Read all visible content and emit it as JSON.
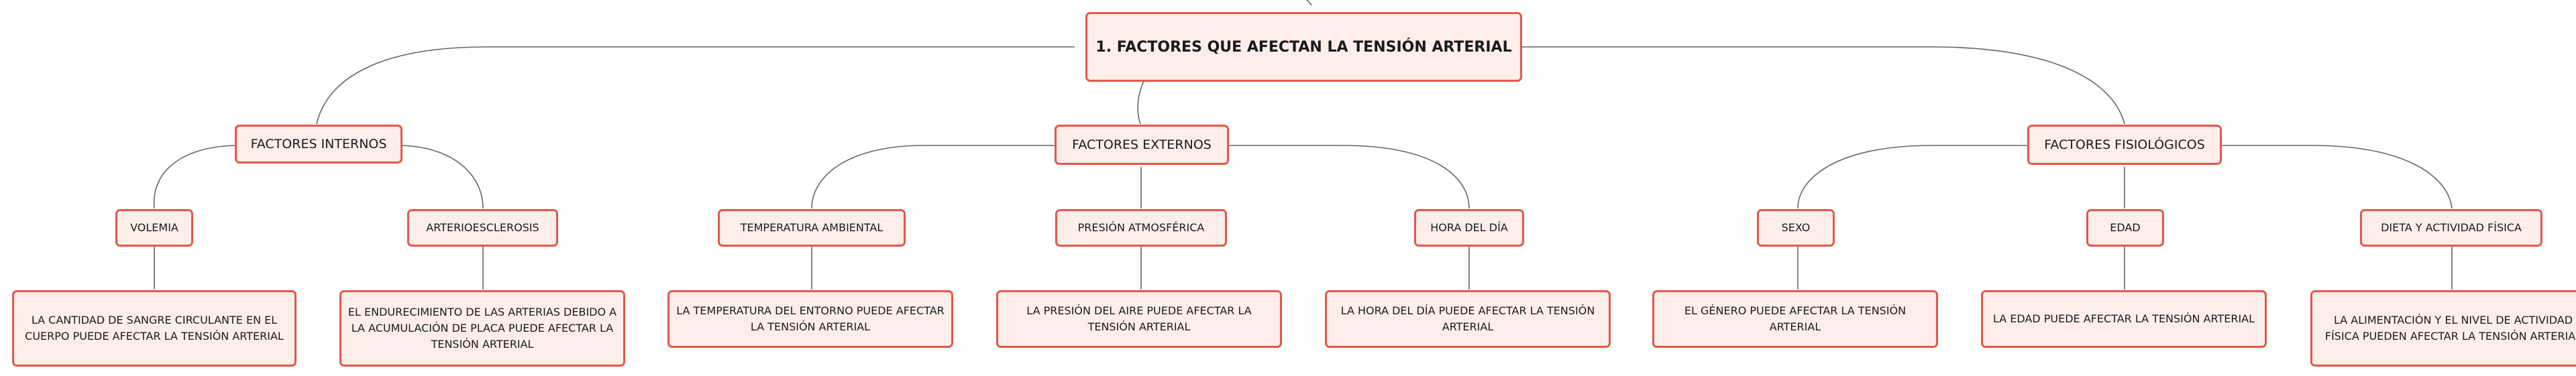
{
  "root": {
    "label": "1. FACTORES QUE AFECTAN LA TENSIÓN ARTERIAL"
  },
  "groups": [
    {
      "label": "FACTORES INTERNOS",
      "items": [
        {
          "label": "VOLEMIA",
          "detail": "LA CANTIDAD DE SANGRE CIRCULANTE EN EL CUERPO PUEDE AFECTAR LA TENSIÓN ARTERIAL"
        },
        {
          "label": "ARTERIOESCLEROSIS",
          "detail": "EL ENDURECIMIENTO DE LAS ARTERIAS DEBIDO A LA ACUMULACIÓN DE PLACA PUEDE AFECTAR LA TENSIÓN ARTERIAL"
        }
      ]
    },
    {
      "label": "FACTORES EXTERNOS",
      "items": [
        {
          "label": "TEMPERATURA AMBIENTAL",
          "detail": "LA TEMPERATURA DEL ENTORNO PUEDE AFECTAR LA TENSIÓN ARTERIAL"
        },
        {
          "label": "PRESIÓN ATMOSFÉRICA",
          "detail": "LA PRESIÓN DEL AIRE PUEDE AFECTAR LA TENSIÓN ARTERIAL"
        },
        {
          "label": "HORA DEL DÍA",
          "detail": "LA HORA DEL DÍA PUEDE AFECTAR LA TENSIÓN ARTERIAL"
        }
      ]
    },
    {
      "label": "FACTORES FISIOLÓGICOS",
      "items": [
        {
          "label": "SEXO",
          "detail": "EL GÉNERO PUEDE AFECTAR LA TENSIÓN ARTERIAL"
        },
        {
          "label": "EDAD",
          "detail": "LA EDAD PUEDE AFECTAR LA TENSIÓN ARTERIAL"
        },
        {
          "label": "DIETA Y ACTIVIDAD FÍSICA",
          "detail": "LA ALIMENTACIÓN Y EL NIVEL DE ACTIVIDAD FÍSICA PUEDEN AFECTAR LA TENSIÓN ARTERIAL"
        }
      ]
    }
  ]
}
